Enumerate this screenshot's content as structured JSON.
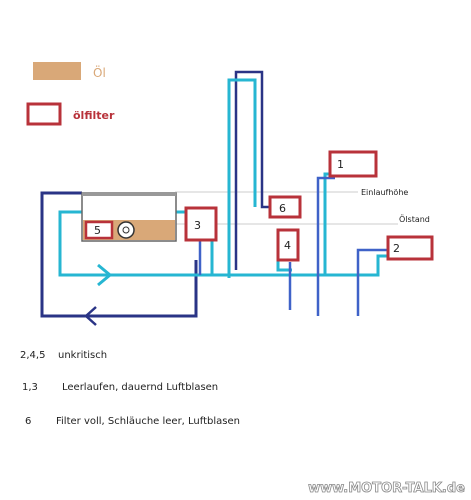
{
  "legend": {
    "oil_label": "Öl",
    "filter_label": "ölfilter"
  },
  "levels": {
    "inlet_label": "Einlaufhöhe",
    "oil_level_label": "Ölstand"
  },
  "boxes": {
    "b1": "1",
    "b2": "2",
    "b3": "3",
    "b4": "4",
    "b5": "5",
    "b6": "6"
  },
  "notes": [
    {
      "nums": "2,4,5",
      "text": "unkritisch"
    },
    {
      "nums": "1,3",
      "text": "Leerlaufen, dauernd Luftblasen"
    },
    {
      "nums": "6",
      "text": "Filter voll, Schläuche leer, Luftblasen"
    }
  ],
  "watermark": "www.MOTOR-TALK.de",
  "colors": {
    "oil": "#d9a878",
    "filter_border": "#b8323a",
    "light_blue": "#26b6d2",
    "mid_blue": "#3f62c8",
    "dark_blue": "#2a3486",
    "note_red": "#c03838",
    "note_orange": "#d06a2a"
  }
}
